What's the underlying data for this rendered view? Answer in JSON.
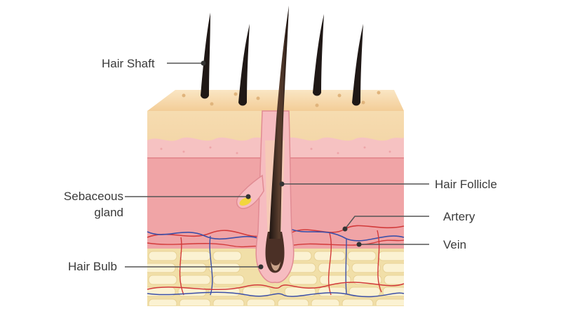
{
  "labels": {
    "hair_shaft": "Hair Shaft",
    "sebaceous_line1": "Sebaceous",
    "sebaceous_line2": "gland",
    "hair_bulb": "Hair Bulb",
    "hair_follicle": "Hair Follicle",
    "artery": "Artery",
    "vein": "Vein"
  },
  "colors": {
    "epidermis_top": "#f6d6a6",
    "epidermis_front": "#f4dcae",
    "dermis_papillary": "#f6bcbc",
    "dermis": "#f0a2a4",
    "fat_background": "#f4e4b4",
    "fat_cell": "#fbf4d6",
    "hair": "#2c2220",
    "artery": "#d23a3a",
    "vein": "#3c50a8",
    "gland": "#f2d63e",
    "leader_line": "#555555"
  }
}
